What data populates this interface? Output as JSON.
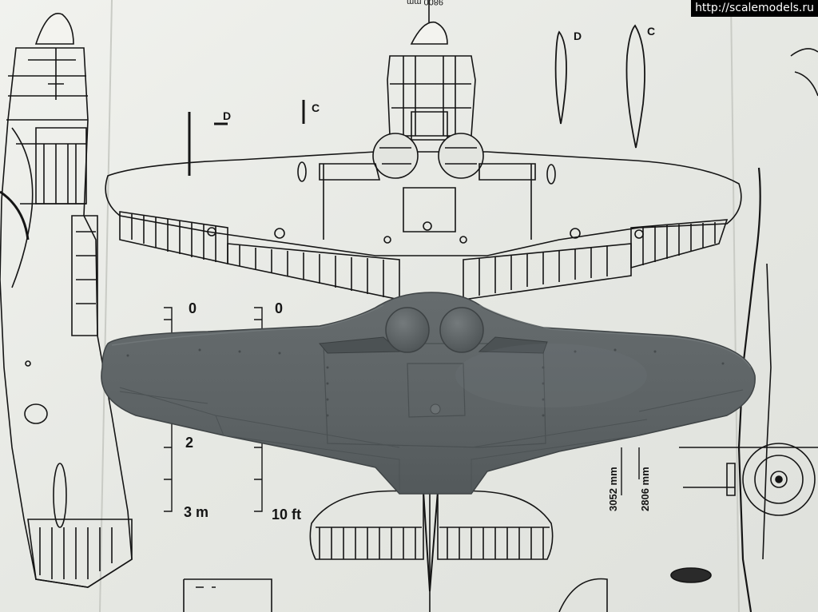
{
  "watermark": "http://scalemodels.ru",
  "plan_labels": {
    "section_d": "D",
    "section_c": "C",
    "section_d_top": "D",
    "section_c_top": "C",
    "zero_left": "0",
    "zero_right": "0",
    "two": "2",
    "three_m": "3 m",
    "ten_ft": "10 ft",
    "dim_3052": "3052 mm",
    "dim_2806": "2806 mm",
    "dim_top": "9800 mm"
  },
  "colors": {
    "paper": "#e9ebe6",
    "ink": "#151515",
    "model_gray": "#5e6466",
    "model_shadow": "#4a5052"
  }
}
